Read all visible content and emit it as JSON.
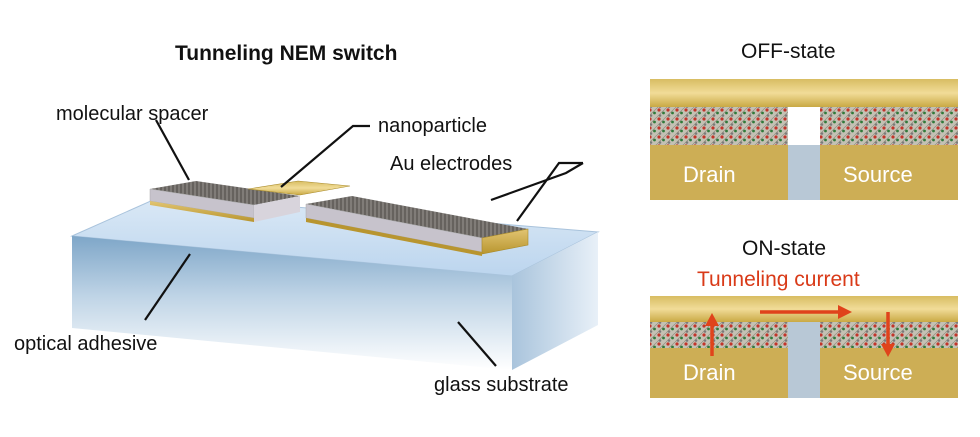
{
  "left": {
    "title": "Tunneling NEM switch",
    "labels": {
      "molecular_spacer": "molecular spacer",
      "nanoparticle": "nanoparticle",
      "au_electrodes": "Au electrodes",
      "optical_adhesive": "optical adhesive",
      "glass_substrate": "glass substrate"
    }
  },
  "off_state": {
    "title": "OFF-state",
    "drain": "Drain",
    "source": "Source"
  },
  "on_state": {
    "title": "ON-state",
    "current": "Tunneling current",
    "drain": "Drain",
    "source": "Source"
  },
  "colors": {
    "gold": "#cdae55",
    "gold_dark": "#b8952f",
    "gap": "#b8c8d6",
    "arrow": "#e0431b",
    "glass": "#cfe2f2"
  }
}
